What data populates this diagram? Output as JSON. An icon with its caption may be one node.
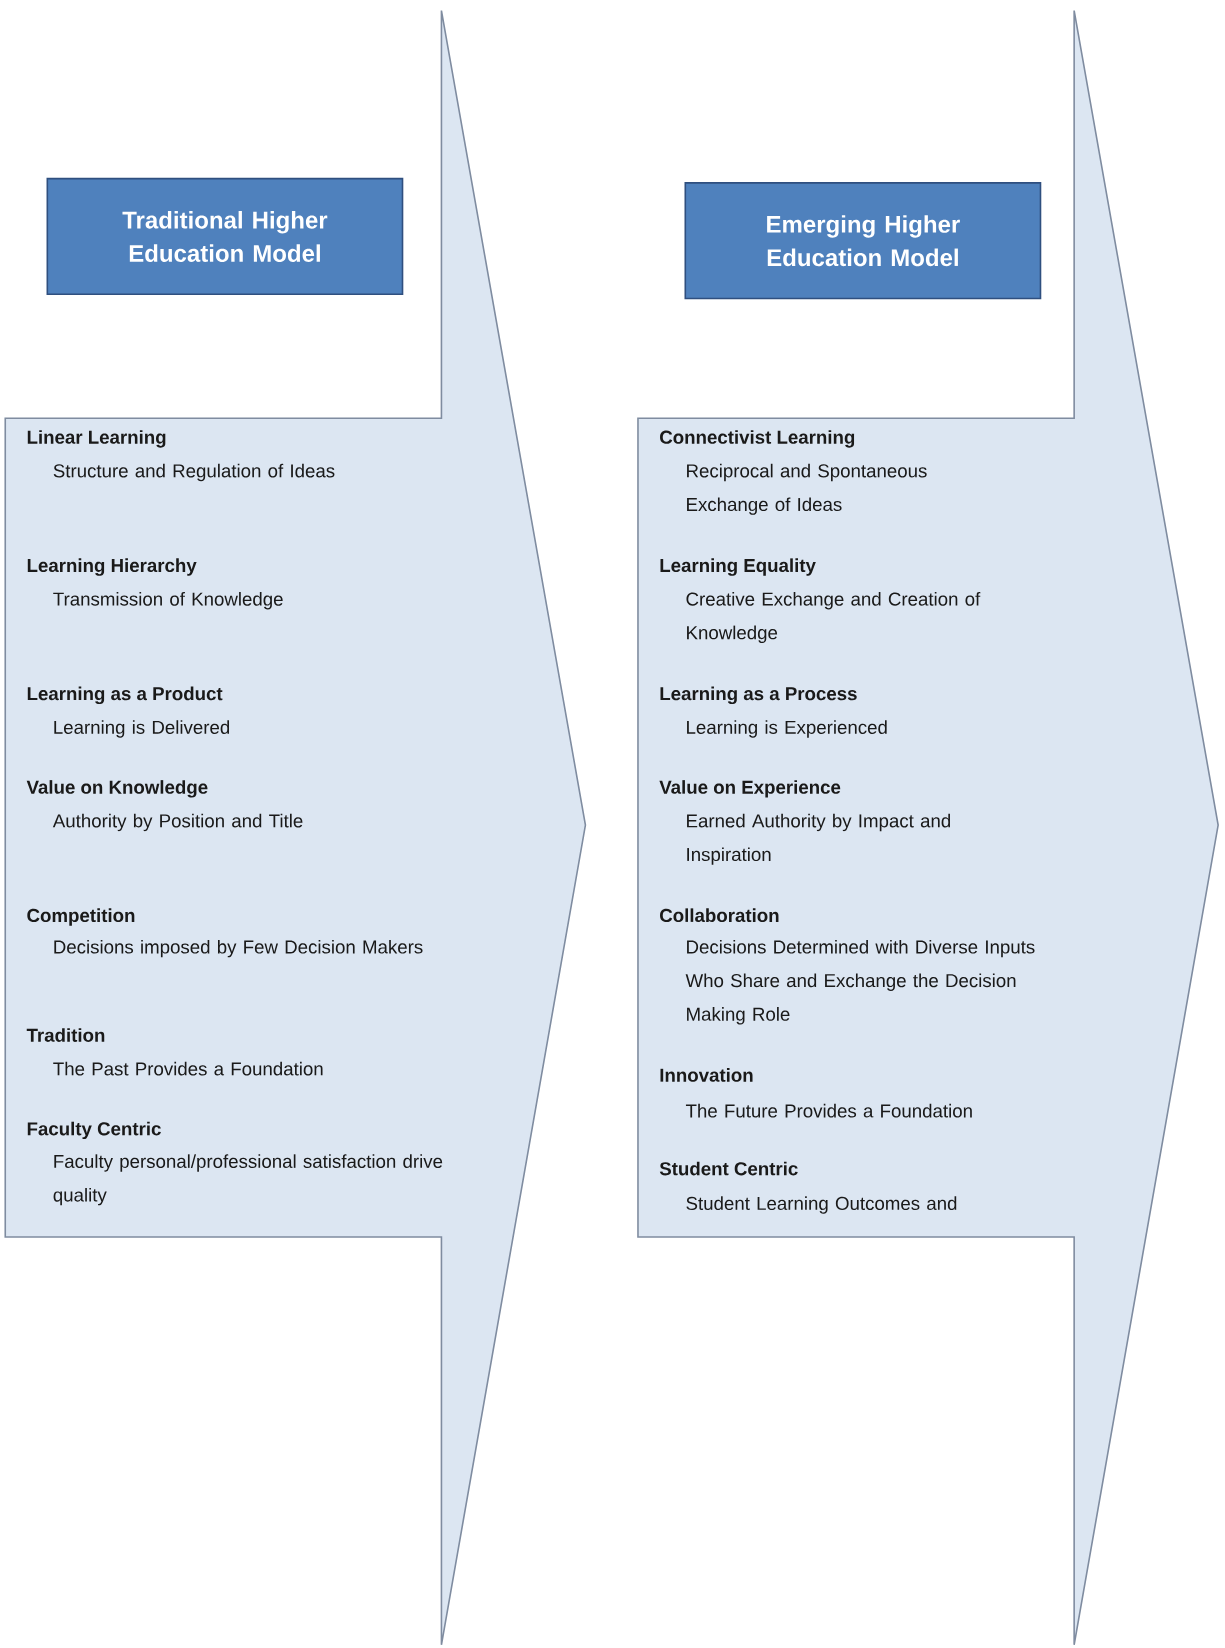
{
  "diagram": {
    "nodes": [
      {
        "text": [
          "Traditional Higher Education Model"
        ]
      },
      {
        "text": [
          "Linear Learning",
          "Structure and Regulation of Ideas",
          "Learning Hierarchy",
          "Transmission of Knowledge",
          "Learning as a Product",
          "Learning is Delivered",
          "Value on Knowledge",
          "Authority by Position and Title",
          "Competition",
          "Decisions imposed by Few Decision Makers",
          "Tradition",
          "The Past Provides a Foundation",
          "Faculty Centric",
          "Faculty personal/professional satisfaction drive quality"
        ]
      },
      {
        "text": [
          "Emerging Higher Education Model"
        ]
      },
      {
        "text": [
          "Connectivist Learning",
          "Reciprocal and Spontaneous Exchange of Ideas",
          "Learning Equality",
          "Creative Exchange and Creation of Knowledge",
          "Learning as a Process",
          "Learning is Experienced",
          "Value on Experience",
          "Earned Authority by Impact and Inspiration",
          "Collaboration",
          "Decisions Determined with Diverse Inputs Who Share and Exchange the Decision Making Role",
          "Innovation",
          "The Future Provides a Foundation",
          "Student Centric",
          "Student Learning Outcomes and"
        ]
      }
    ]
  }
}
